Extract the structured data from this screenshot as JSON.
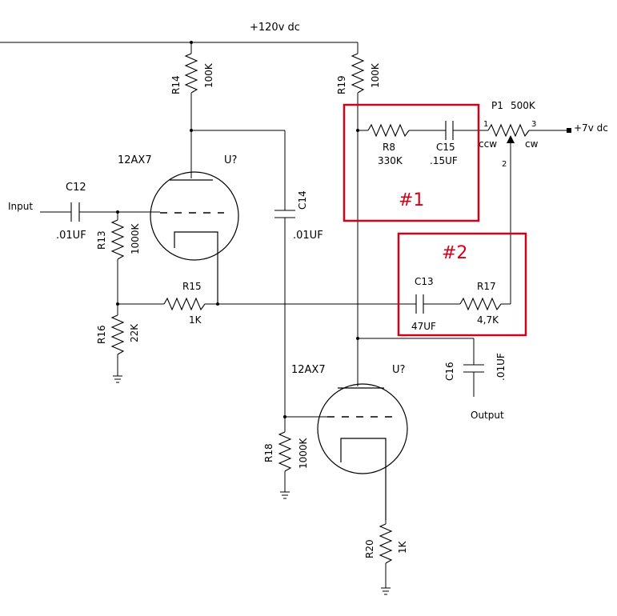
{
  "supply": {
    "plus_label": "+120v dc",
    "bias_label": "+7v dc"
  },
  "tube_u1": {
    "type": "12AX7",
    "ref": "U?"
  },
  "tube_u2": {
    "type": "12AX7",
    "ref": "U?"
  },
  "labels": {
    "input": "Input",
    "output": "Output"
  },
  "components": {
    "r14": {
      "ref": "R14",
      "value": "100K"
    },
    "r19": {
      "ref": "R19",
      "value": "100K"
    },
    "r8": {
      "ref": "R8",
      "value": "330K"
    },
    "c15": {
      "ref": "C15",
      "value": ".15UF"
    },
    "p1": {
      "ref": "P1",
      "value": "500K",
      "pin1": "1",
      "pin2": "2",
      "pin3": "3",
      "ccw": "ccw",
      "cw": "cw"
    },
    "c12": {
      "ref": "C12",
      "value": ".01UF"
    },
    "r13": {
      "ref": "R13",
      "value": "1000K"
    },
    "c14": {
      "ref": "C14",
      "value": ".01UF"
    },
    "r15": {
      "ref": "R15",
      "value": "1K"
    },
    "r16": {
      "ref": "R16",
      "value": "22K"
    },
    "c13": {
      "ref": "C13",
      "value": "47UF"
    },
    "r17": {
      "ref": "R17",
      "value": "4,7K"
    },
    "c16": {
      "ref": "C16",
      "value": ".01UF"
    },
    "r18": {
      "ref": "R18",
      "value": "1000K"
    },
    "r20": {
      "ref": "R20",
      "value": "1K"
    }
  },
  "highlights": [
    {
      "label": "#1",
      "color": "#d0021b"
    },
    {
      "label": "#2",
      "color": "#d0021b"
    }
  ]
}
